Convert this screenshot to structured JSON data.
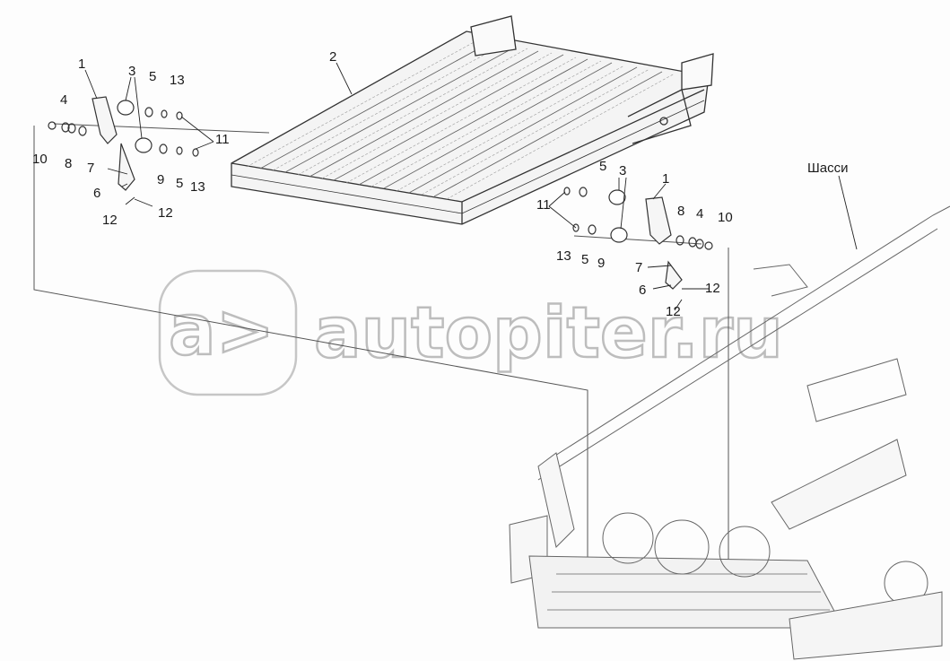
{
  "watermark": {
    "text": "autopiter.ru",
    "logo": "a>"
  },
  "labels": {
    "chassis": "Шасси",
    "left": {
      "n1": "1",
      "n3": "3",
      "n4": "4",
      "n5a": "5",
      "n13a": "13",
      "n11": "11",
      "n10": "10",
      "n8": "8",
      "n9": "9",
      "n5b": "5",
      "n13b": "13",
      "n7": "7",
      "n6": "6",
      "n12a": "12",
      "n12b": "12"
    },
    "center": {
      "n2": "2"
    },
    "right": {
      "n5a": "5",
      "n3": "3",
      "n1": "1",
      "n11": "11",
      "n8": "8",
      "n4": "4",
      "n10": "10",
      "n13": "13",
      "n5b": "5",
      "n9": "9",
      "n7": "7",
      "n6": "6",
      "n12a": "12",
      "n12b": "12"
    }
  }
}
